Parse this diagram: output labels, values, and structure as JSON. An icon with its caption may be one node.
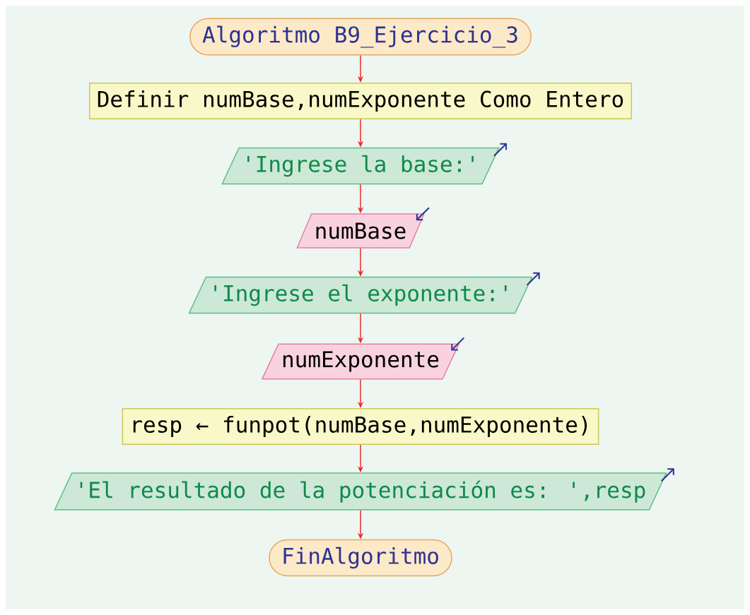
{
  "diagram": {
    "nodes": [
      {
        "text": [
          "Algoritmo B9_Ejercicio_3"
        ]
      },
      {
        "text": [
          "Definir numBase,numExponente Como Entero"
        ]
      },
      {
        "text": [
          "'Ingrese la base:'"
        ]
      },
      {
        "text": [
          "numBase"
        ]
      },
      {
        "text": [
          "'Ingrese el exponente:'"
        ]
      },
      {
        "text": [
          "numExponente"
        ]
      },
      {
        "text": [
          "resp ← funpot(numBase,numExponente)"
        ]
      },
      {
        "text": [
          "'El resultado de la potenciación es: ',resp"
        ]
      },
      {
        "text": [
          "FinAlgoritmo"
        ]
      }
    ],
    "edges": [
      {
        "from": 0,
        "to": 1,
        "arrow": "to"
      },
      {
        "from": 1,
        "to": 2,
        "arrow": "to"
      },
      {
        "from": 2,
        "to": 3,
        "arrow": "to"
      },
      {
        "from": 3,
        "to": 4,
        "arrow": "to"
      },
      {
        "from": 4,
        "to": 5,
        "arrow": "to"
      },
      {
        "from": 5,
        "to": 6,
        "arrow": "to"
      },
      {
        "from": 6,
        "to": 7,
        "arrow": "to"
      },
      {
        "from": 7,
        "to": 8,
        "arrow": "to"
      }
    ]
  }
}
